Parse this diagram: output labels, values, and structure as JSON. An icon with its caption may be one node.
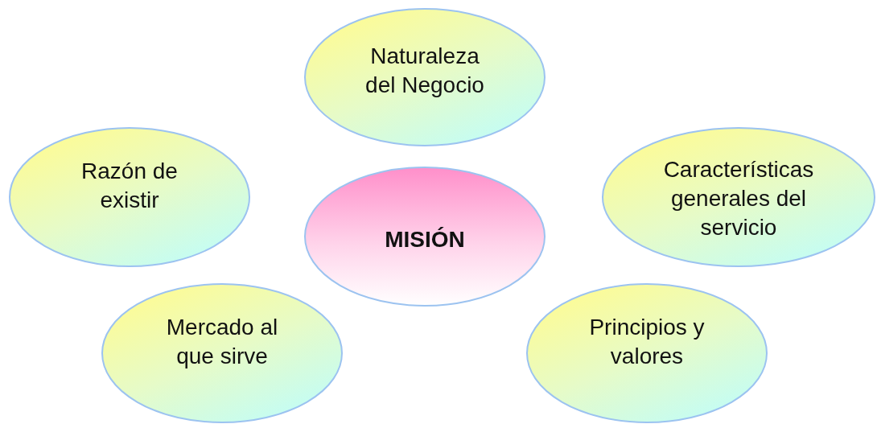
{
  "diagram": {
    "nodes": [
      {
        "text": [
          "Naturaleza del Negocio"
        ]
      },
      {
        "text": [
          "Razón de existir"
        ]
      },
      {
        "text": [
          "MISIÓN"
        ]
      },
      {
        "text": [
          "Características generales del servicio"
        ]
      },
      {
        "text": [
          "Mercado al que sirve"
        ]
      },
      {
        "text": [
          "Principios y valores"
        ]
      }
    ]
  }
}
